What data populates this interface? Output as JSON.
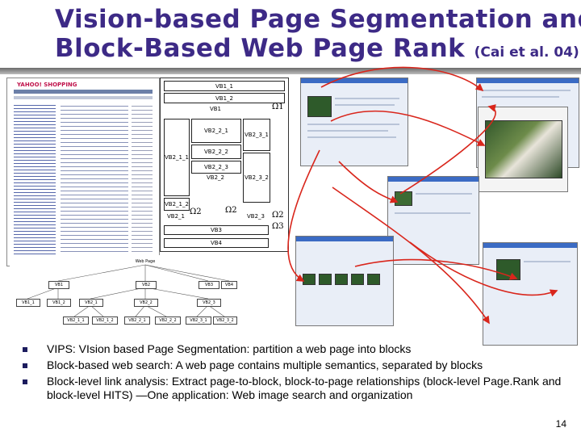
{
  "title": {
    "line1": "Vision-based Page Segmentation and",
    "line2": "Block-Based Web Page Rank",
    "citation": "(Cai et al. 04)"
  },
  "figure": {
    "logo": "YAHOO! SHOPPING",
    "blocks": {
      "vb1_1": "VB1_1",
      "vb1_2": "VB1_2",
      "vb1": "VB1",
      "vb2_1": "VB2_1",
      "vb2_2_1": "VB2_2_1",
      "vb2_3_1": "VB2_3_1",
      "vb2_1_1": "VB2_1_1",
      "vb2_2_2": "VB2_2_2",
      "vb2_2_3": "VB2_2_3",
      "vb2_2": "VB2_2",
      "vb2_3_2": "VB2_3_2",
      "vb2_1_2": "VB2_1_2",
      "vb2_3": "VB2_3",
      "vb3": "VB3",
      "vb4": "VB4"
    },
    "omegas": {
      "o1": "Ω1",
      "o2a": "Ω2",
      "o2b": "Ω2",
      "o2c": "Ω2",
      "o3": "Ω3"
    },
    "tree": {
      "root": "Web Page",
      "l1": [
        "VB1",
        "VB2",
        "VB3",
        "VB4"
      ],
      "l2": [
        "VB2_1",
        "VB2_2",
        "VB2_3",
        "VB1_1",
        "VB1_2"
      ],
      "l3": [
        "VB2_1_1",
        "VB2_1_2",
        "VB2_2_1",
        "VB2_2_2",
        "VB2_3_1",
        "VB2_3_2"
      ]
    }
  },
  "bullets": [
    "VIPS: VIsion based Page Segmentation: partition a web page into blocks",
    "Block-based web search: A web page contains multiple semantics, separated by blocks",
    "Block-level link analysis: Extract page-to-block, block-to-page relationships (block-level Page.Rank and block-level HITS) —One application: Web image search and organization"
  ],
  "page_number": "14",
  "colors": {
    "title": "#3d2a86",
    "arrow": "#d9261c",
    "bullet": "#1c1c5e"
  }
}
